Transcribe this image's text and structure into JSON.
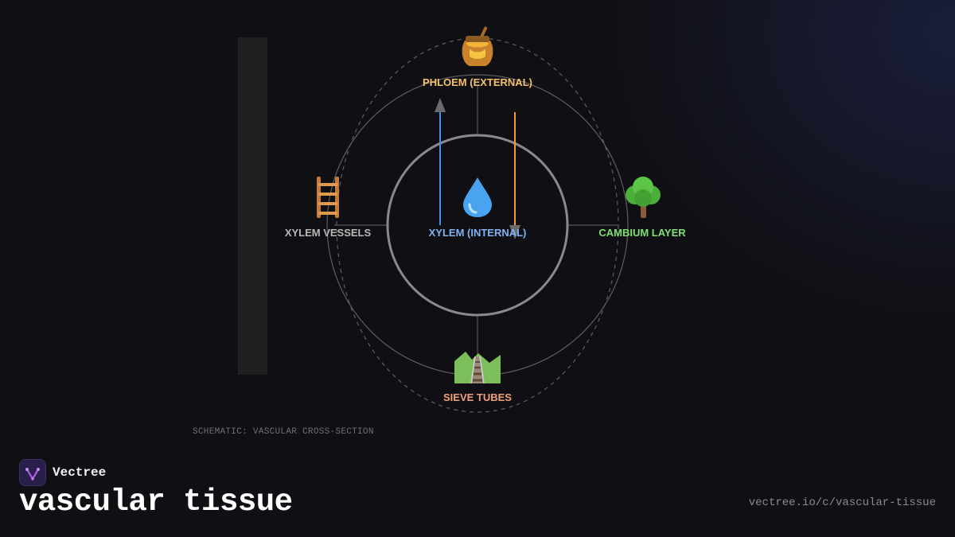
{
  "diagram": {
    "nodes": {
      "top": {
        "label": "PHLOEM (EXTERNAL)",
        "icon": "honey-pot-icon",
        "color": "#f5c26b"
      },
      "left": {
        "label": "XYLEM VESSELS",
        "icon": "ladder-icon",
        "color": "#b8b8b8"
      },
      "center": {
        "label": "XYLEM (INTERNAL)",
        "icon": "droplet-icon",
        "color": "#7fb2f0"
      },
      "right": {
        "label": "CAMBIUM LAYER",
        "icon": "tree-icon",
        "color": "#7ee06e"
      },
      "bottom": {
        "label": "SIEVE TUBES",
        "icon": "railway-track-icon",
        "color": "#f2a07a"
      }
    },
    "flows": [
      {
        "name": "upward-flow",
        "color": "#4a90e2",
        "direction": "up"
      },
      {
        "name": "downward-flow",
        "color": "#f0a030",
        "direction": "down"
      }
    ],
    "caption": "SCHEMATIC: VASCULAR CROSS-SECTION"
  },
  "brand": {
    "name": "Vectree",
    "logo_color": "#a35ad6"
  },
  "page": {
    "title": "vascular tissue",
    "url": "vectree.io/c/vascular-tissue"
  },
  "colors": {
    "background": "#101014",
    "ring": "#8a8a8e",
    "spoke": "#555558"
  }
}
